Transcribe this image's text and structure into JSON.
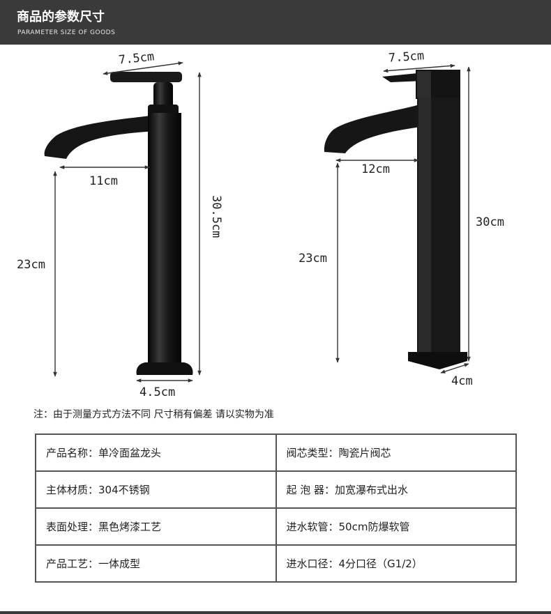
{
  "header": {
    "title": "商品的参数尺寸",
    "subtitle": "PARAMETER SIZE OF GOODS"
  },
  "faucet_left": {
    "handle_width": "7.5cm",
    "spout_reach": "11cm",
    "height": "30.5cm",
    "spout_height": "23cm",
    "base_diameter": "4.5cm"
  },
  "faucet_right": {
    "handle_width": "7.5cm",
    "spout_reach": "12cm",
    "height": "30cm",
    "spout_height": "23cm",
    "base_width": "4cm"
  },
  "note": "注：由于测量方式方法不同 尺寸稍有偏差 请以实物为准",
  "specs": [
    [
      "产品名称：单冷面盆龙头",
      "阀芯类型：陶瓷片阀芯"
    ],
    [
      "主体材质：304不锈钢",
      "起 泡 器：加宽瀑布式出水"
    ],
    [
      "表面处理：黑色烤漆工艺",
      "进水软管：50cm防爆软管"
    ],
    [
      "产品工艺：一体成型",
      "进水口径：4分口径（G1/2）"
    ]
  ],
  "colors": {
    "header_bg": "#3a3a3a",
    "faucet": "#151515",
    "line": "#333333"
  }
}
